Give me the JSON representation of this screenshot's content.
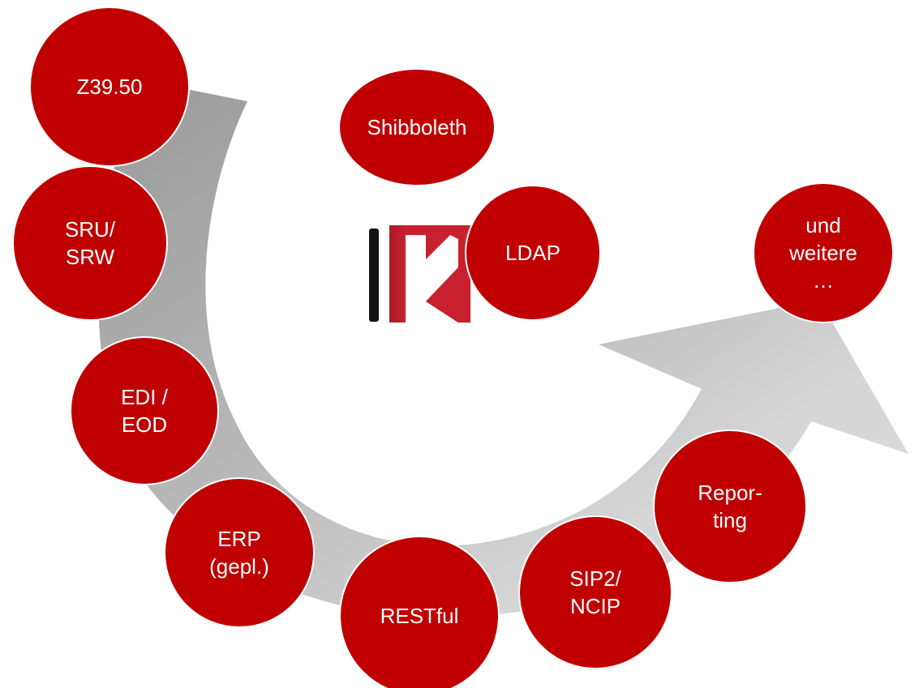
{
  "diagram": {
    "nodes": [
      {
        "id": "z3950",
        "lines": [
          "Z39.50"
        ]
      },
      {
        "id": "shibboleth",
        "lines": [
          "Shibboleth"
        ]
      },
      {
        "id": "sru",
        "lines": [
          "SRU/",
          "SRW"
        ]
      },
      {
        "id": "ldap",
        "lines": [
          "LDAP"
        ]
      },
      {
        "id": "weitere",
        "lines": [
          "und",
          "weitere",
          "…"
        ]
      },
      {
        "id": "edi",
        "lines": [
          "EDI /",
          "EOD"
        ]
      },
      {
        "id": "erp",
        "lines": [
          "ERP",
          "(gepl.)"
        ]
      },
      {
        "id": "restful",
        "lines": [
          "RESTful"
        ]
      },
      {
        "id": "sip2",
        "lines": [
          "SIP2/",
          "NCIP"
        ]
      },
      {
        "id": "reporting",
        "lines": [
          "Repor-",
          "ting"
        ]
      }
    ],
    "colors": {
      "circle_fill": "#c00000",
      "circle_stroke": "#ffffff",
      "label_text": "#ffffff",
      "arrow_dark": "#9e9e9e",
      "arrow_light": "#d9d9d9",
      "logo_red": "#c8202f",
      "logo_black": "#111111"
    }
  }
}
